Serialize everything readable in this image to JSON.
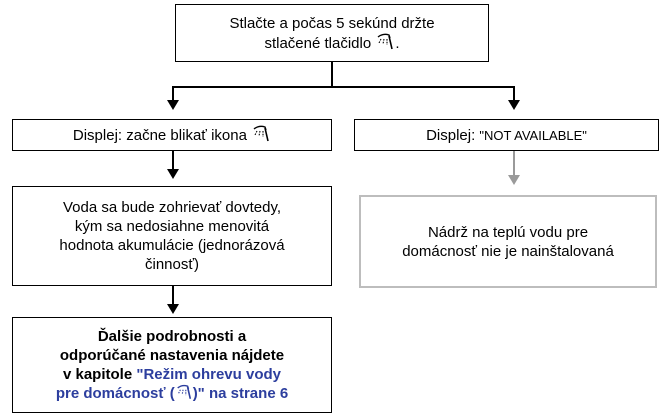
{
  "step1": {
    "line1": "Stlačte a počas 5 sekúnd držte",
    "line2": "stlačené tlačidlo",
    "line2_end": "."
  },
  "display_left": {
    "text": "Displej: začne blikať ikona"
  },
  "display_right": {
    "prefix": "Displej: ",
    "value": "\"NOT AVAILABLE\""
  },
  "heating": {
    "line1": "Voda sa bude zohrievať dovtedy,",
    "line2": "kým sa nedosiahne menovitá",
    "line3": "hodnota akumulácie (jednorázová",
    "line4": "činnosť)"
  },
  "not_installed": {
    "line1": "Nádrž na teplú vodu pre",
    "line2": "domácnosť nie je nainštalovaná"
  },
  "details": {
    "line1": "Ďalšie podrobnosti a",
    "line2": "odporúčané nastavenia nájdete",
    "line3_prefix": "v kapitole ",
    "line3_link": "\"Režim ohrevu vody",
    "line4_link_a": "pre domácnosť (",
    "line4_link_b": ")\" na strane 6"
  },
  "icon_name": "hot-water-tap-icon",
  "colors": {
    "link": "#2c3e9e",
    "gray_border": "#bdbdbd",
    "gray_line": "#9a9a9a"
  }
}
